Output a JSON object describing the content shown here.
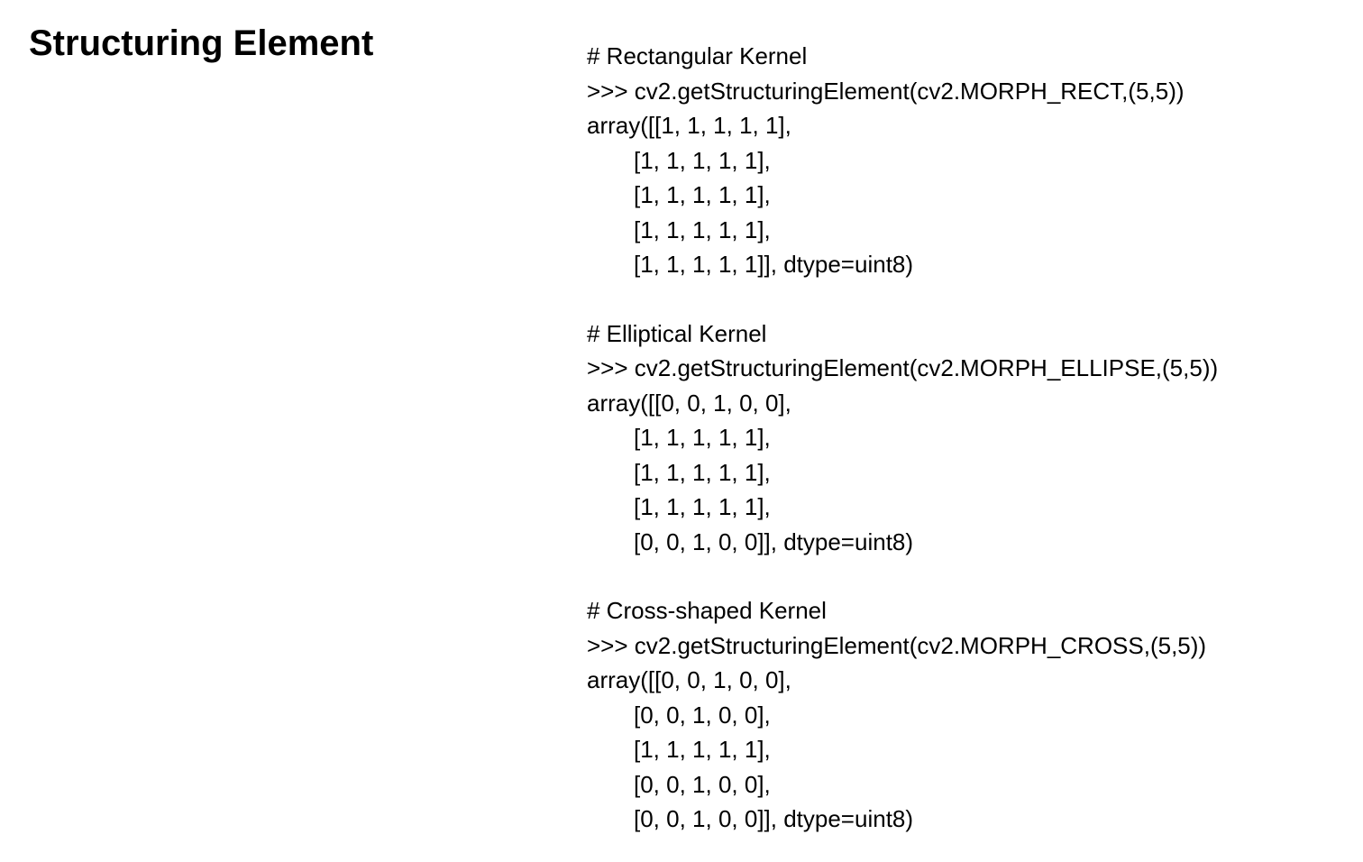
{
  "title": "Structuring Element",
  "blocks": [
    {
      "comment": "# Rectangular Kernel",
      "call": ">>> cv2.getStructuringElement(cv2.MORPH_RECT,(5,5))",
      "rows": [
        "array([[1, 1, 1, 1, 1],",
        "[1, 1, 1, 1, 1],",
        "[1, 1, 1, 1, 1],",
        "[1, 1, 1, 1, 1],",
        "[1, 1, 1, 1, 1]], dtype=uint8)"
      ]
    },
    {
      "comment": "# Elliptical Kernel",
      "call": ">>> cv2.getStructuringElement(cv2.MORPH_ELLIPSE,(5,5))",
      "rows": [
        "array([[0, 0, 1, 0, 0],",
        "[1, 1, 1, 1, 1],",
        "[1, 1, 1, 1, 1],",
        "[1, 1, 1, 1, 1],",
        "[0, 0, 1, 0, 0]], dtype=uint8)"
      ]
    },
    {
      "comment": "# Cross-shaped Kernel",
      "call": ">>> cv2.getStructuringElement(cv2.MORPH_CROSS,(5,5))",
      "rows": [
        "array([[0, 0, 1, 0, 0],",
        "[0, 0, 1, 0, 0],",
        "[1, 1, 1, 1, 1],",
        "[0, 0, 1, 0, 0],",
        "[0, 0, 1, 0, 0]], dtype=uint8)"
      ]
    }
  ]
}
